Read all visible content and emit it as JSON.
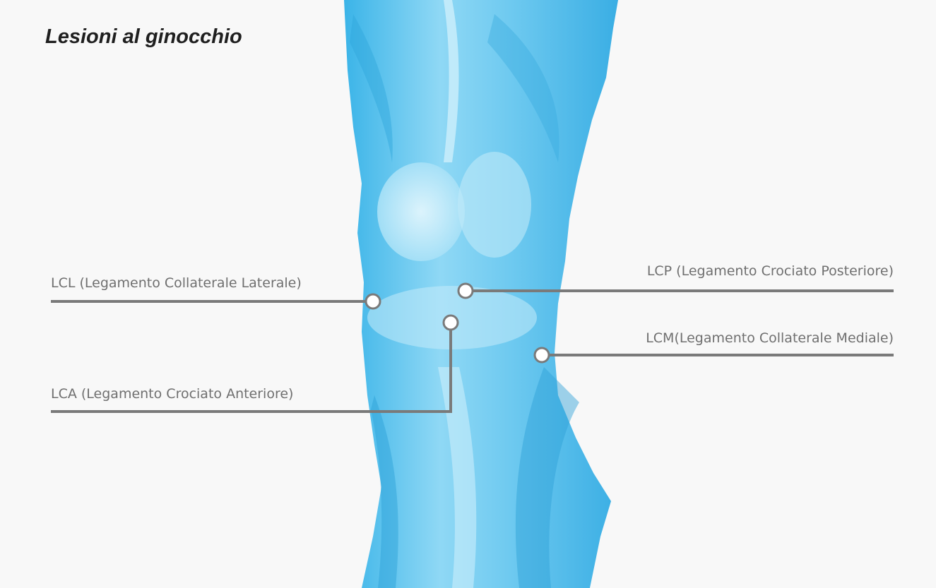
{
  "title": "Lesioni al ginocchio",
  "colors": {
    "background": "#f8f8f8",
    "leg": "#5fc3ec",
    "leader_line": "#7a7a7a",
    "marker_fill": "#ffffff"
  },
  "labels": {
    "lcl": "LCL (Legamento Collaterale Laterale)",
    "lcp": "LCP (Legamento Crociato Posteriore)",
    "lcm": "LCM(Legamento Collaterale Mediale)",
    "lca": "LCA (Legamento Crociato Anteriore)"
  }
}
